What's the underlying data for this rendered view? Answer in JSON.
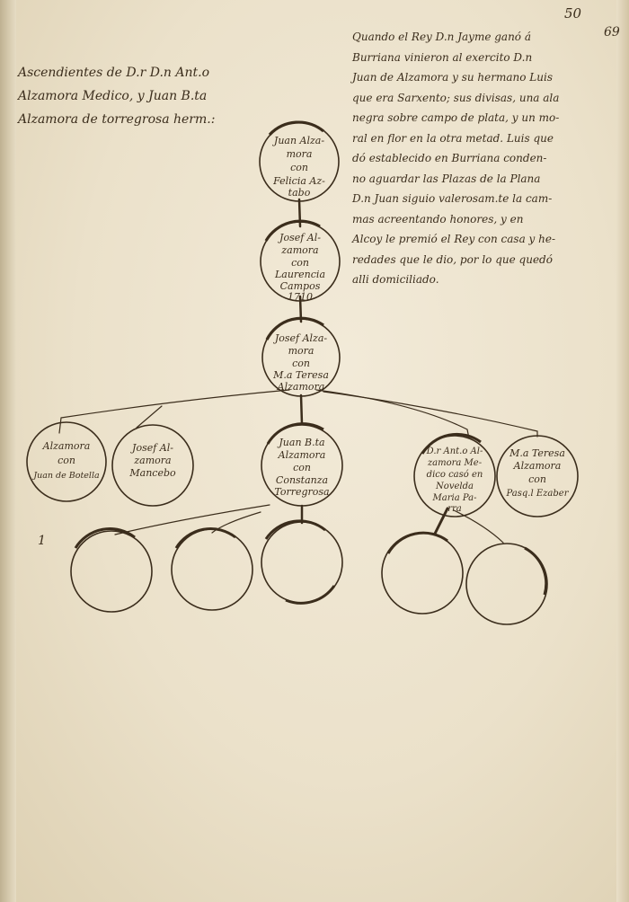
{
  "folio": "50",
  "folio_secondary": "69",
  "header_left": [
    "Ascendientes de D.r D.n Ant.o",
    "Alzamora Medico, y Juan B.ta",
    "Alzamora de torregrosa herm.:"
  ],
  "narrative": [
    "Quando el Rey D.n Jayme ganó á",
    "Burriana vinieron al exercito D.n",
    "Juan de Alzamora y su hermano Luis",
    "que era Sarxento; sus divisas, una ala",
    "negra sobre campo de plata, y un mo-",
    "ral en flor en la otra metad. Luis que",
    "dó establecido en Burriana conden-",
    "no aguardar las Plazas de la Plana",
    "D.n Juan siguio valerosam.te la cam-",
    "mas acreentando honores, y en",
    "Alcoy le premió el Rey con casa y he-",
    "redades que le dio, por lo que quedó",
    "alli domiciliado."
  ],
  "tree": {
    "gen1": [
      "Juan Alza-",
      "mora",
      "con",
      "Felicia Az-",
      "tabo"
    ],
    "gen2": [
      "Josef Al-",
      "zamora",
      "con",
      "Laurencia",
      "Campos",
      "1710"
    ],
    "gen3": [
      "Josef Alza-",
      "mora",
      "con",
      "M.a Teresa",
      "Alzamora"
    ],
    "children": [
      [
        "Alzamora",
        "con",
        "Juan de Botella"
      ],
      [
        "Josef Al-",
        "zamora",
        "Mancebo"
      ],
      [
        "Juan B.ta",
        "Alzamora",
        "con",
        "Constanza",
        "Torregrosa"
      ],
      [
        "D.r Ant.o Al-",
        "zamora Me-",
        "dico casó en",
        "Novelda",
        "Maria Pa-",
        "rra"
      ],
      [
        "M.a Teresa",
        "Alzamora",
        "con",
        "Pasq.l Ezaber"
      ]
    ],
    "margin_mark": "1"
  }
}
